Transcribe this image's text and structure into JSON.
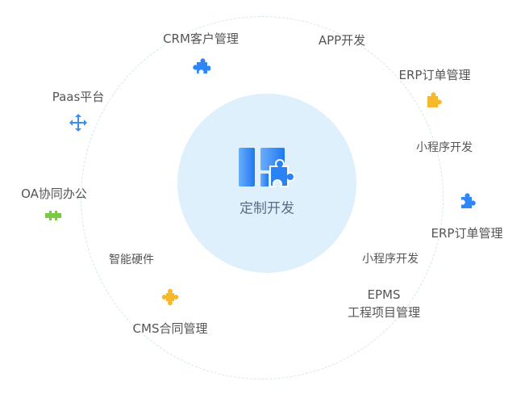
{
  "center": {
    "title": "定制开发",
    "icon": "puzzle-blocks-icon"
  },
  "items": [
    {
      "label": "CRM客户管理",
      "icon": "puzzle-icon",
      "color": "#2f86f6"
    },
    {
      "label": "APP开发"
    },
    {
      "label": "ERP订单管理",
      "icon": "puzzle-icon",
      "color": "#f7b92b"
    },
    {
      "label": "小程序开发"
    },
    {
      "label": "ERP订单管理",
      "icon": "puzzle-icon",
      "color": "#2f86f6"
    },
    {
      "label": "小程序开发"
    },
    {
      "label": "EPMS",
      "label2": "工程项目管理"
    },
    {
      "label": "CMS合同管理",
      "icon": "puzzle-icon",
      "color": "#f7b92b"
    },
    {
      "label": "智能硬件"
    },
    {
      "label": "OA协同办公",
      "icon": "puzzle-icon",
      "color": "#7ac943"
    },
    {
      "label": "Paas平台",
      "icon": "move-arrows-icon",
      "color": "#3a8ef6"
    }
  ]
}
